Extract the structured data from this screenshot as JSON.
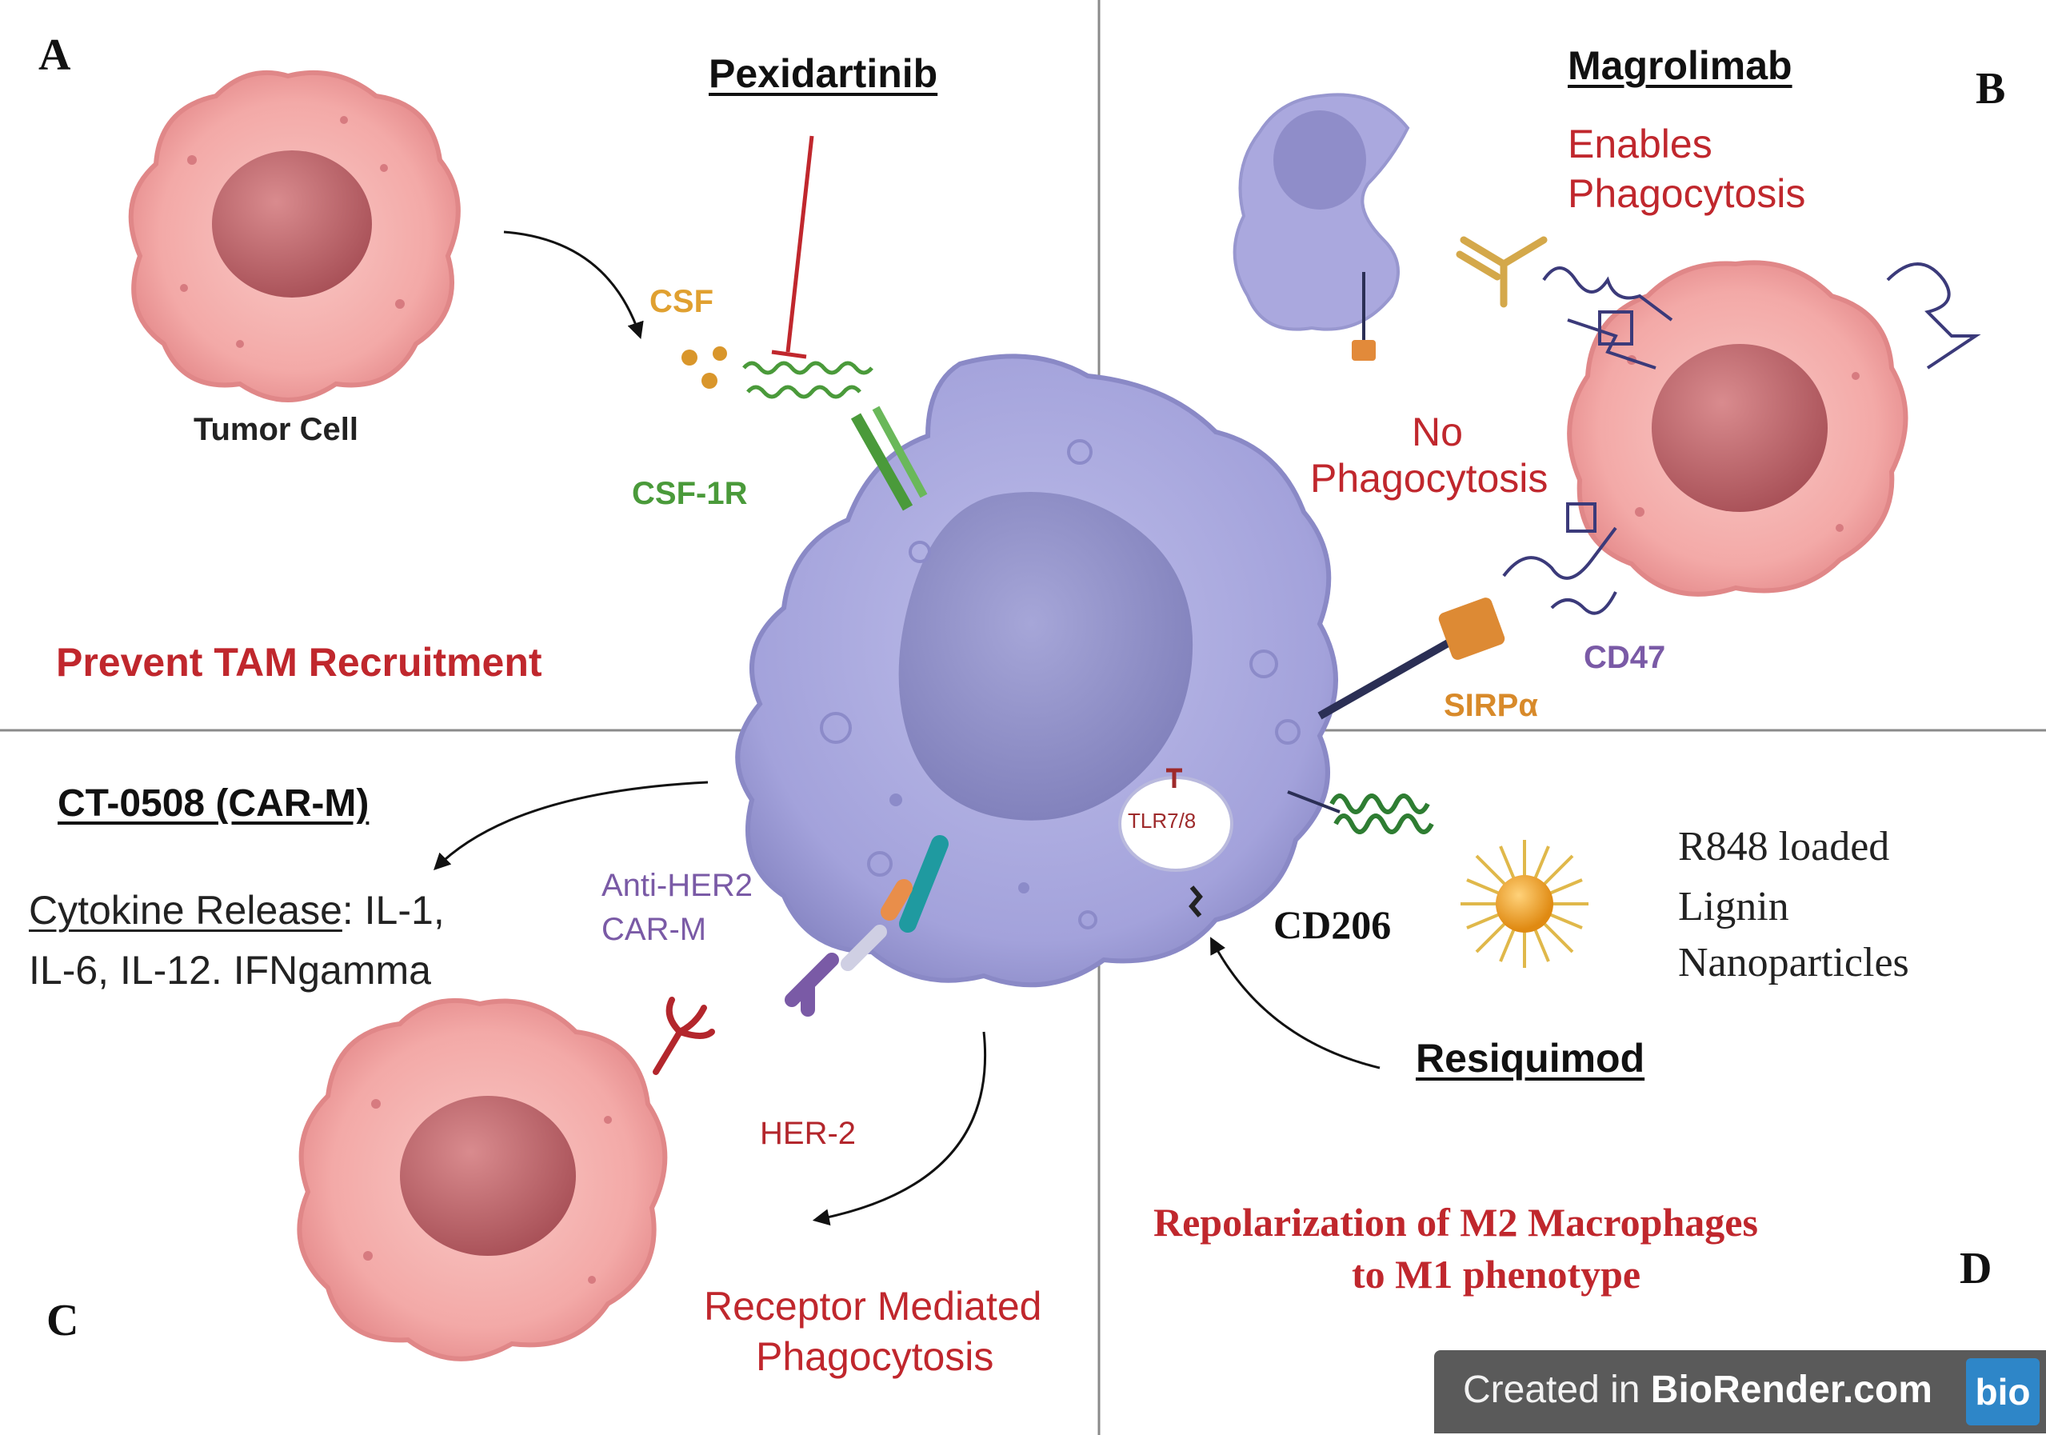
{
  "quadrants": {
    "a": "A",
    "b": "B",
    "c": "C",
    "d": "D"
  },
  "panel_a": {
    "drug": "Pexidartinib",
    "tumor_cell": "Tumor Cell",
    "ligand": "CSF",
    "receptor": "CSF-1R",
    "outcome": "Prevent TAM Recruitment"
  },
  "panel_b": {
    "drug": "Magrolimab",
    "enables_line1": "Enables",
    "enables_line2": "Phagocytosis",
    "no_line1": "No",
    "no_line2": "Phagocytosis",
    "cd47": "CD47",
    "sirpa": "SIRPα"
  },
  "panel_c": {
    "drug": "CT-0508 (CAR-M)",
    "cytokine_label": "Cytokine Release",
    "cytokine_rest": ": IL-1,",
    "cytokine_line2": "IL-6, IL-12. IFNgamma",
    "car_line1": "Anti-HER2",
    "car_line2": "CAR-M",
    "her2": "HER-2",
    "outcome_line1": "Receptor Mediated",
    "outcome_line2": "Phagocytosis"
  },
  "panel_d": {
    "tlr": "TLR7/8",
    "cd206": "CD206",
    "nano_line1": "R848 loaded",
    "nano_line2": "Lignin",
    "nano_line3": "Nanoparticles",
    "drug": "Resiquimod",
    "outcome_line1": "Repolarization of M2 Macrophages",
    "outcome_line2": "to M1 phenotype"
  },
  "badge": {
    "prefix": "Created in ",
    "brand": "BioRender.com",
    "logo": "bio"
  },
  "colors": {
    "outcome_red": "#c0272d",
    "csf_orange": "#e0a030",
    "csf1r_green": "#4a9a3a",
    "purple_label": "#7a5aa6",
    "sirpa_orange": "#d88a2a",
    "tumor_pink": "#f4a6a6",
    "macrophage_lavender": "#a9a8dc"
  }
}
